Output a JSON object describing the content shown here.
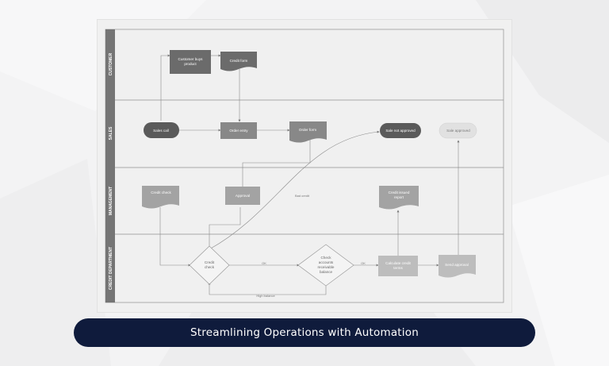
{
  "caption": "Streamlining Operations with Automation",
  "lanes": {
    "customer": "CUSTOMER",
    "sales": "SALES",
    "management": "MANAGEMENT",
    "credit": "CREDIT DEPARTMENT"
  },
  "nodes": {
    "customer_buys_l1": "Customer buys",
    "customer_buys_l2": "product",
    "credit_form_customer": "Credit form",
    "sales_call": "Sales call",
    "order_entry": "Order entry",
    "order_form": "Order form",
    "sale_not_approved": "Sale not approved",
    "sale_approved": "Sale approved",
    "credit_check_doc": "Credit check",
    "approval": "Approval",
    "credit_issued_l1": "Credit issued",
    "credit_issued_l2": "report",
    "credit_check_l1": "Credit",
    "credit_check_l2": "check",
    "check_ar_l1": "Check",
    "check_ar_l2": "accounts",
    "check_ar_l3": "receivable",
    "check_ar_l4": "balance",
    "calculate_l1": "Calculate credit",
    "calculate_l2": "terms",
    "send_approval": "Send approval"
  },
  "edges": {
    "bad_credit": "Bad credit",
    "ok_1": "OK",
    "ok_2": "OK",
    "high_balance": "High balance"
  },
  "colors": {
    "caption_bg": "#0f1b3c",
    "lane_header": "#757575",
    "dark_node": "#6b6b6b",
    "mid_node": "#888888",
    "light_node": "#bdbdbd"
  }
}
